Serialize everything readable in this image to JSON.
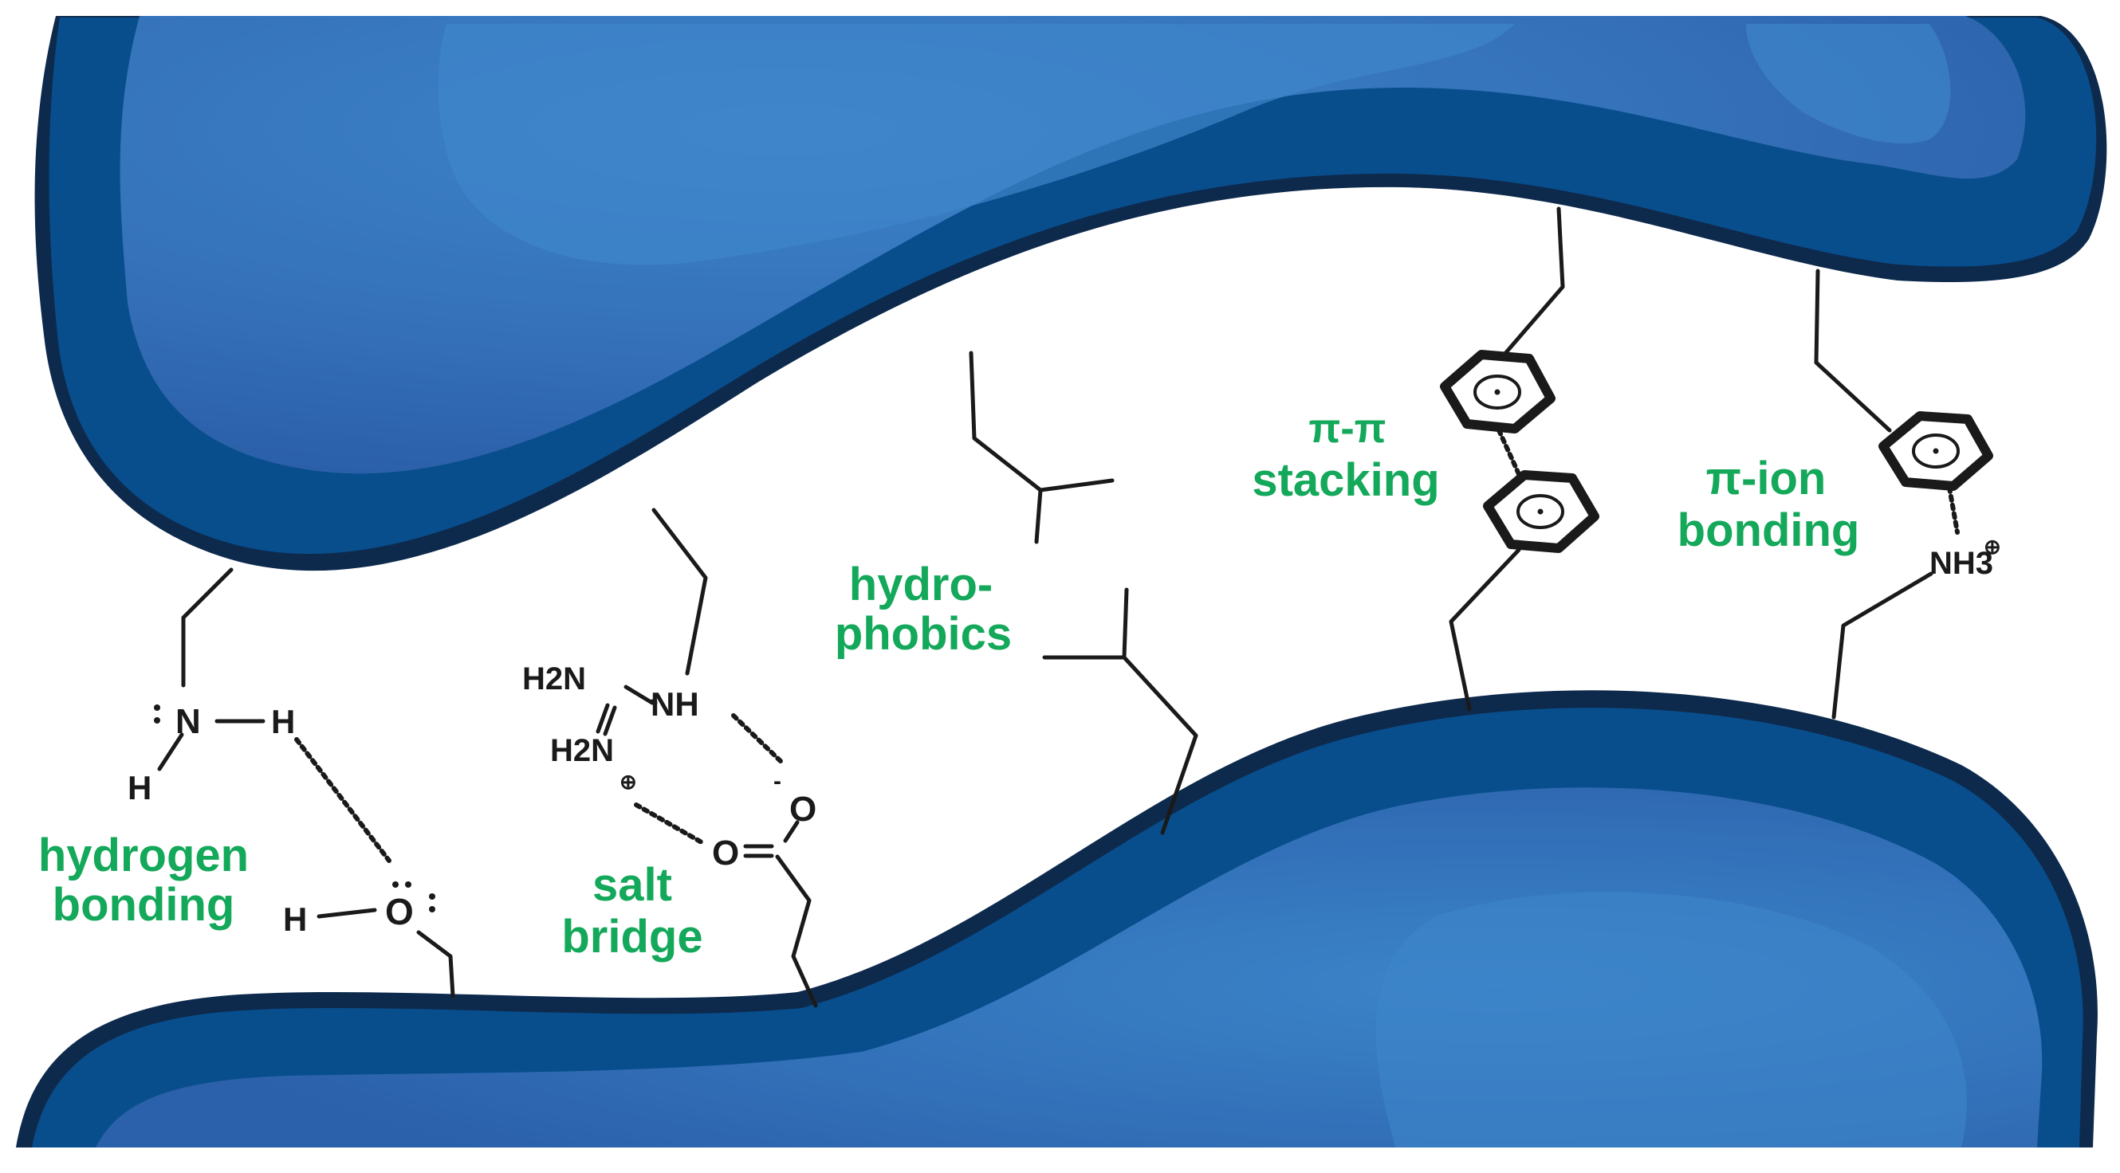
{
  "colors": {
    "protein_outline": "#0d2a4d",
    "protein_edge": "#084e8c",
    "protein_mid": "#2f66b0",
    "protein_light": "#3b80c4",
    "label_green": "#14a85a",
    "bond_black": "#1a1a1a"
  },
  "labels": {
    "hydrogen": {
      "line1": "hydrogen",
      "line2": "bonding"
    },
    "salt": {
      "line1": "salt",
      "line2": "bridge"
    },
    "hydrophobic": {
      "line1": "hydro-",
      "line2": "phobics"
    },
    "pipi": {
      "line1": "π-π",
      "line2": "stacking"
    },
    "pion": {
      "line1": "π-ion",
      "line2": "bonding"
    }
  },
  "atoms": {
    "n_upper": "N",
    "h_right": "H",
    "h_lower": "H",
    "h_water": "H",
    "o_water": "O",
    "guan_h2n_top": "H2N",
    "guan_nh": "NH",
    "guan_h2n_bottom": "H2N",
    "carboxyl_o_top": "O",
    "carboxyl_o_bottom": "O",
    "ammonium": "NH3",
    "plus_sign": "⊕",
    "minus_sign": "-"
  }
}
